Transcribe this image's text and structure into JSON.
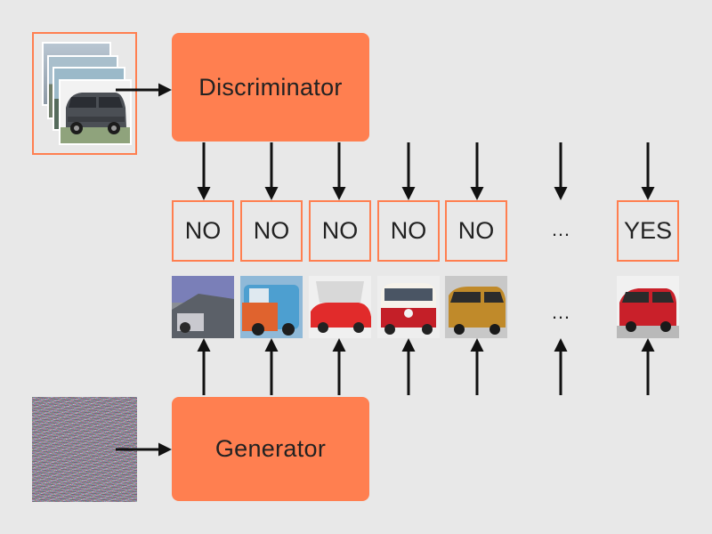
{
  "blocks": {
    "discriminator": "Discriminator",
    "generator": "Generator"
  },
  "verdicts": [
    "NO",
    "NO",
    "NO",
    "NO",
    "NO",
    "…",
    "YES"
  ],
  "thumb_row_ellipsis": "…",
  "colors": {
    "accent": "#ff7f50",
    "background": "#e8e8e8",
    "arrow": "#111111"
  },
  "thumbnails": [
    "generated-sample-1",
    "generated-sample-2",
    "generated-sample-3",
    "generated-sample-4",
    "generated-sample-5",
    "generated-sample-real-looking-van"
  ]
}
